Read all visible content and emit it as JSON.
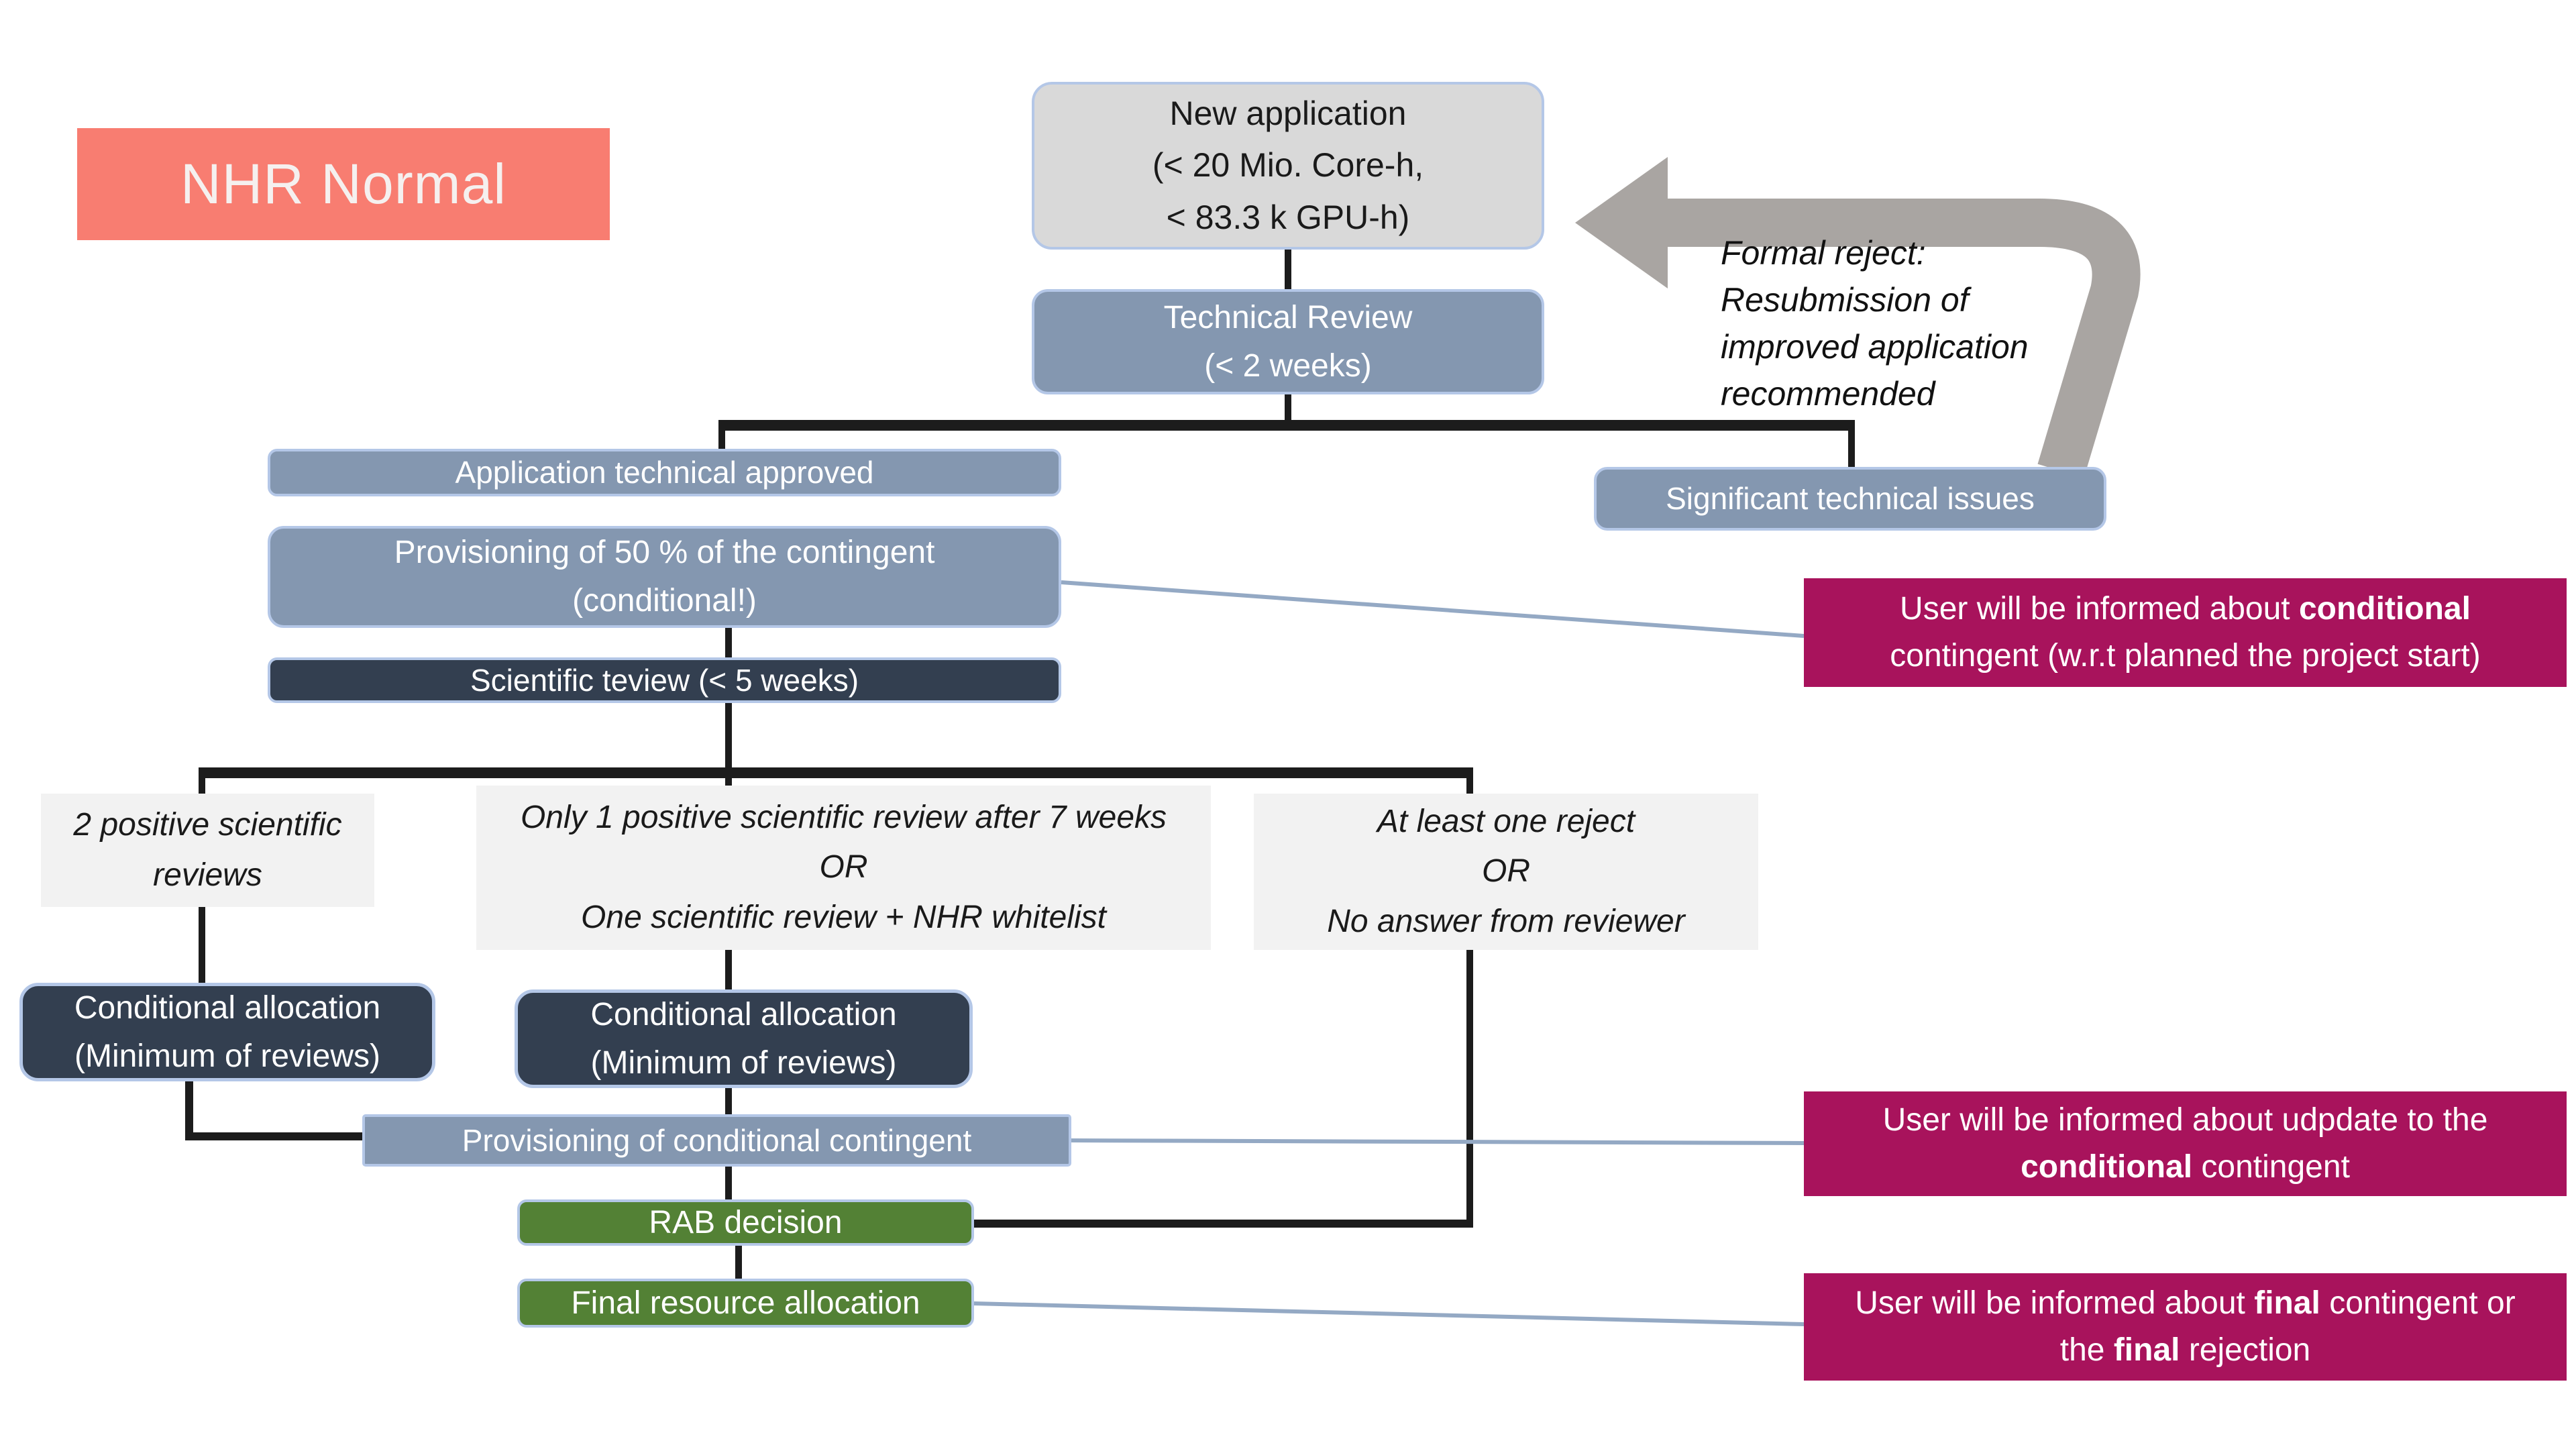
{
  "slide": {
    "title": "NHR Normal"
  },
  "colors": {
    "salmon": "#F87D71",
    "box_gray_fill": "#D9D9D9",
    "box_blue_fill": "#8497B0",
    "box_navy_fill": "#333F50",
    "box_green_fill": "#538135",
    "magenta": "#A8135C",
    "light_gray_fill": "#F2F2F2",
    "border_light_blue": "#B4C7E7",
    "connector_black": "#1C1C1C",
    "connector_blue": "#94A9C4",
    "arrow_gray": "#A9A5A2"
  },
  "flow": {
    "new_application": {
      "lines": [
        [
          {
            "t": "New application"
          }
        ],
        [
          {
            "t": "(< 20 Mio. Core-h,"
          }
        ],
        [
          {
            "t": "< 83.3 k GPU-h)"
          }
        ]
      ]
    },
    "technical_review": {
      "lines": [
        [
          {
            "t": "Technical Review"
          }
        ],
        [
          {
            "t": "(< 2 weeks)"
          }
        ]
      ]
    },
    "formal_reject_note": {
      "lines": [
        [
          {
            "t": "Formal reject:"
          }
        ],
        [
          {
            "t": "Resubmission of"
          }
        ],
        [
          {
            "t": "improved application"
          }
        ],
        [
          {
            "t": "recommended"
          }
        ]
      ]
    },
    "application_technical_approved": {
      "label": "Application technical approved"
    },
    "significant_technical_issues": {
      "label": "Significant technical issues"
    },
    "provisioning_50": {
      "lines": [
        [
          {
            "t": "Provisioning of 50 % of the contingent"
          }
        ],
        [
          {
            "t": "(conditional!)"
          }
        ]
      ]
    },
    "scientific_review": {
      "label": "Scientific teview (< 5 weeks)"
    },
    "condition_left": {
      "lines": [
        [
          {
            "t": "2 positive scientific"
          }
        ],
        [
          {
            "t": "reviews"
          }
        ]
      ]
    },
    "condition_mid": {
      "lines": [
        [
          {
            "t": "Only 1 positive scientific review after 7 weeks"
          }
        ],
        [
          {
            "t": "OR"
          }
        ],
        [
          {
            "t": "One scientific review + NHR whitelist"
          }
        ]
      ]
    },
    "condition_right": {
      "lines": [
        [
          {
            "t": "At least one reject"
          }
        ],
        [
          {
            "t": "OR"
          }
        ],
        [
          {
            "t": "No answer from reviewer"
          }
        ]
      ]
    },
    "conditional_allocation_left": {
      "lines": [
        [
          {
            "t": "Conditional allocation"
          }
        ],
        [
          {
            "t": "(Minimum of reviews)"
          }
        ]
      ]
    },
    "conditional_allocation_mid": {
      "lines": [
        [
          {
            "t": "Conditional allocation"
          }
        ],
        [
          {
            "t": "(Minimum of reviews)"
          }
        ]
      ]
    },
    "provisioning_conditional": {
      "label": "Provisioning of conditional contingent"
    },
    "rab_decision": {
      "label": "RAB decision"
    },
    "final_resource_allocation": {
      "label": "Final resource allocation"
    },
    "info_conditional": {
      "lines": [
        [
          {
            "t": "User will be informed about "
          },
          {
            "t": "conditional",
            "b": true
          }
        ],
        [
          {
            "t": "contingent (w.r.t planned the project start)"
          }
        ]
      ]
    },
    "info_update": {
      "lines": [
        [
          {
            "t": "User will be informed about udpdate to the"
          }
        ],
        [
          {
            "t": "conditional",
            "b": true
          },
          {
            "t": " contingent"
          }
        ]
      ]
    },
    "info_final": {
      "lines": [
        [
          {
            "t": "User will be informed about "
          },
          {
            "t": "final",
            "b": true
          },
          {
            "t": " contingent or"
          }
        ],
        [
          {
            "t": "the "
          },
          {
            "t": "final",
            "b": true
          },
          {
            "t": " rejection"
          }
        ]
      ]
    }
  }
}
